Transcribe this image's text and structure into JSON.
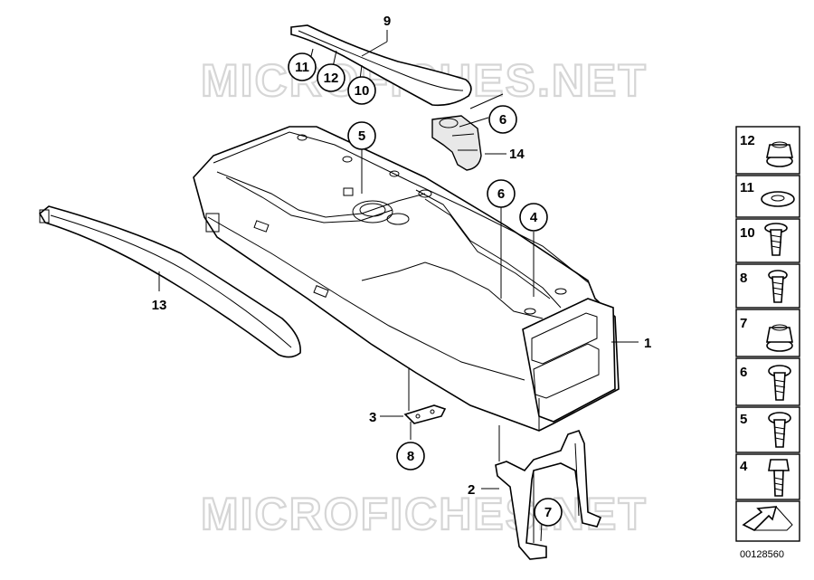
{
  "watermark": "MICROFICHES.NET",
  "diagram_id": "00128560",
  "callouts": {
    "c1": "1",
    "c2": "2",
    "c3": "3",
    "c4": "4",
    "c5": "5",
    "c6a": "6",
    "c6b": "6",
    "c7": "7",
    "c8": "8",
    "c9": "9",
    "c10": "10",
    "c11": "11",
    "c12": "12",
    "c13": "13",
    "c14": "14"
  },
  "legend": [
    {
      "num": "12",
      "icon": "flange-nut-icon"
    },
    {
      "num": "11",
      "icon": "washer-icon"
    },
    {
      "num": "10",
      "icon": "flange-screw-icon"
    },
    {
      "num": "8",
      "icon": "screw-icon"
    },
    {
      "num": "7",
      "icon": "hex-nut-icon"
    },
    {
      "num": "6",
      "icon": "collar-screw-icon"
    },
    {
      "num": "5",
      "icon": "collar-screw-icon"
    },
    {
      "num": "4",
      "icon": "hex-bolt-icon"
    }
  ]
}
